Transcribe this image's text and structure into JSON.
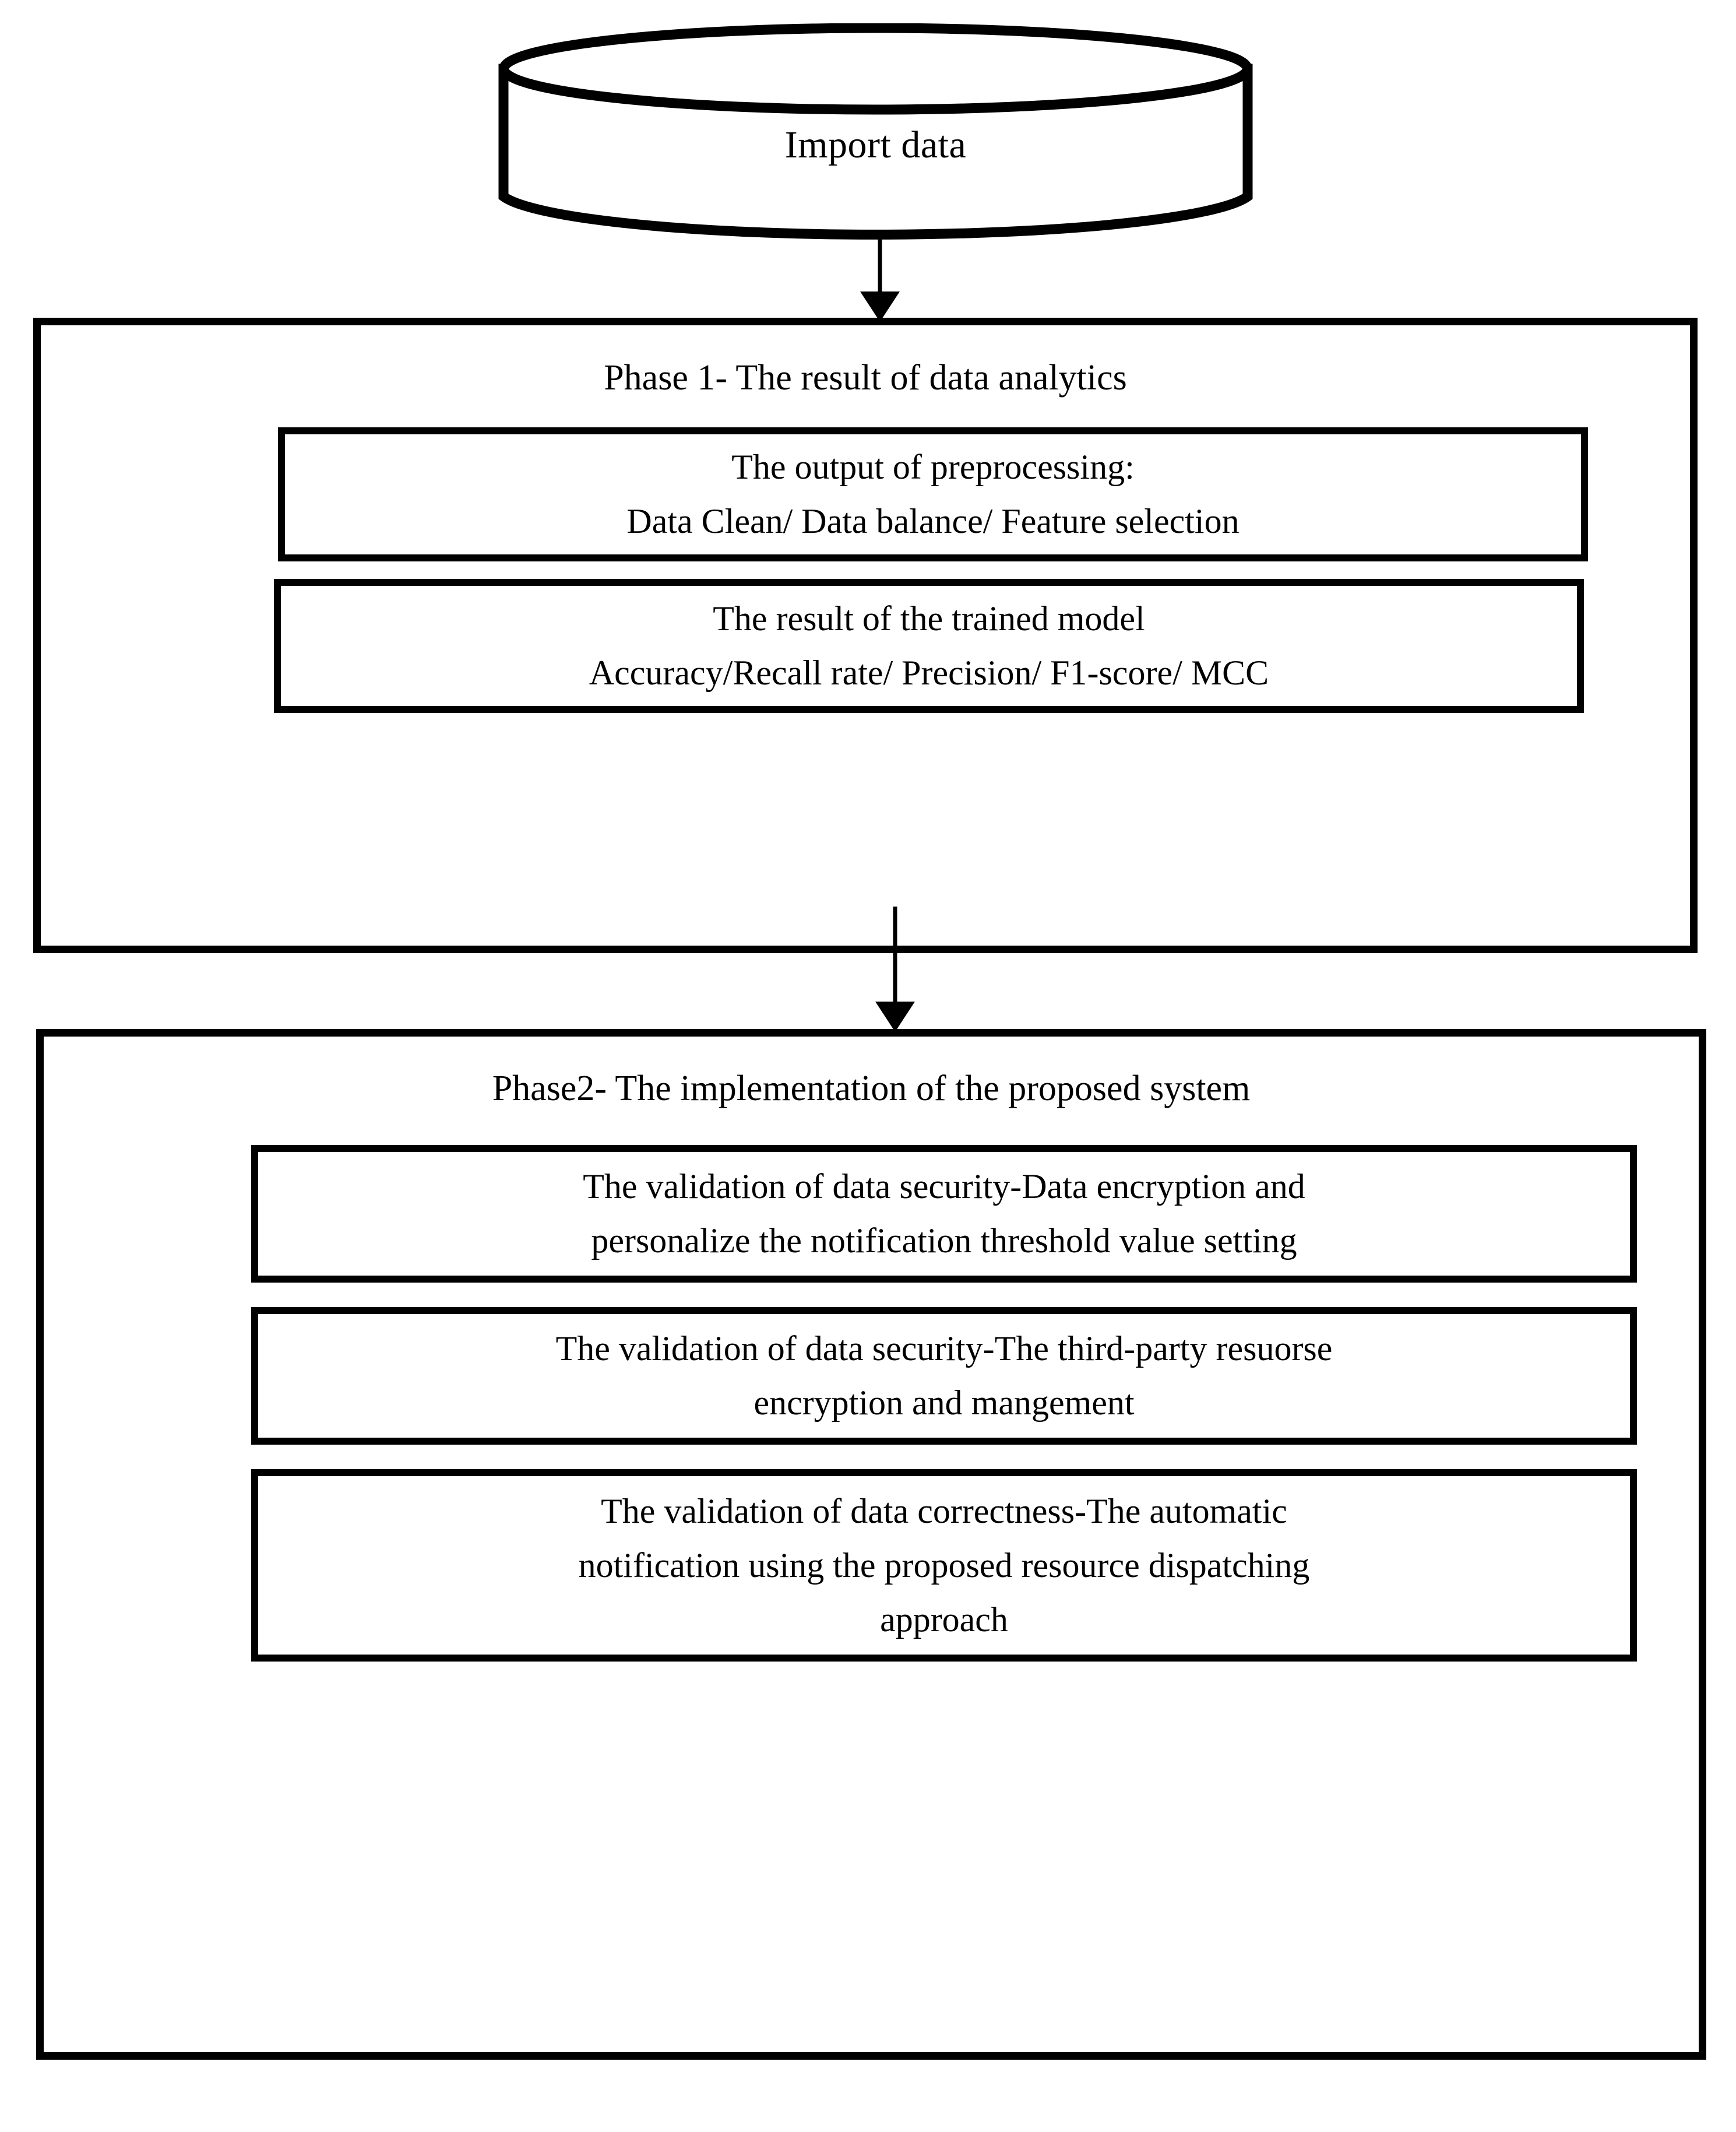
{
  "diagram": {
    "title": "Two-phase system flow diagram",
    "source_node": {
      "shape": "cylinder",
      "label": "Import data"
    },
    "connectors": [
      {
        "id": "arrow-import-to-phase1",
        "from": "Import data",
        "to": "Phase 1- The result of data analytics",
        "direction": "down"
      },
      {
        "id": "arrow-phase1-to-phase2",
        "from": "Phase 1- The result of data analytics",
        "to": "Phase2- The implementation of the proposed system",
        "direction": "down"
      }
    ],
    "phases": [
      {
        "id": "phase-1",
        "title": "Phase 1- The result of data analytics",
        "boxes": [
          {
            "id": "phase1-box-preprocessing",
            "lines": [
              "The output of preprocessing:",
              "Data Clean/ Data balance/ Feature selection"
            ]
          },
          {
            "id": "phase1-box-trained-model",
            "lines": [
              "The result of the trained model",
              "Accuracy/Recall rate/ Precision/ F1-score/ MCC"
            ]
          }
        ]
      },
      {
        "id": "phase-2",
        "title": "Phase2- The implementation of the proposed system",
        "boxes": [
          {
            "id": "phase2-box-data-encryption",
            "lines": [
              "The validation of data security-Data encryption and",
              "personalize the notification threshold value setting"
            ]
          },
          {
            "id": "phase2-box-third-party",
            "lines": [
              "The validation of data security-The third-party resuorse",
              "encryption and mangement"
            ]
          },
          {
            "id": "phase2-box-data-correctness",
            "lines": [
              "The validation of data correctness-The automatic",
              "notification using the proposed resource dispatching",
              "approach"
            ]
          }
        ]
      }
    ],
    "colors": {
      "stroke": "#000000",
      "background": "#ffffff",
      "text": "#000000"
    }
  }
}
